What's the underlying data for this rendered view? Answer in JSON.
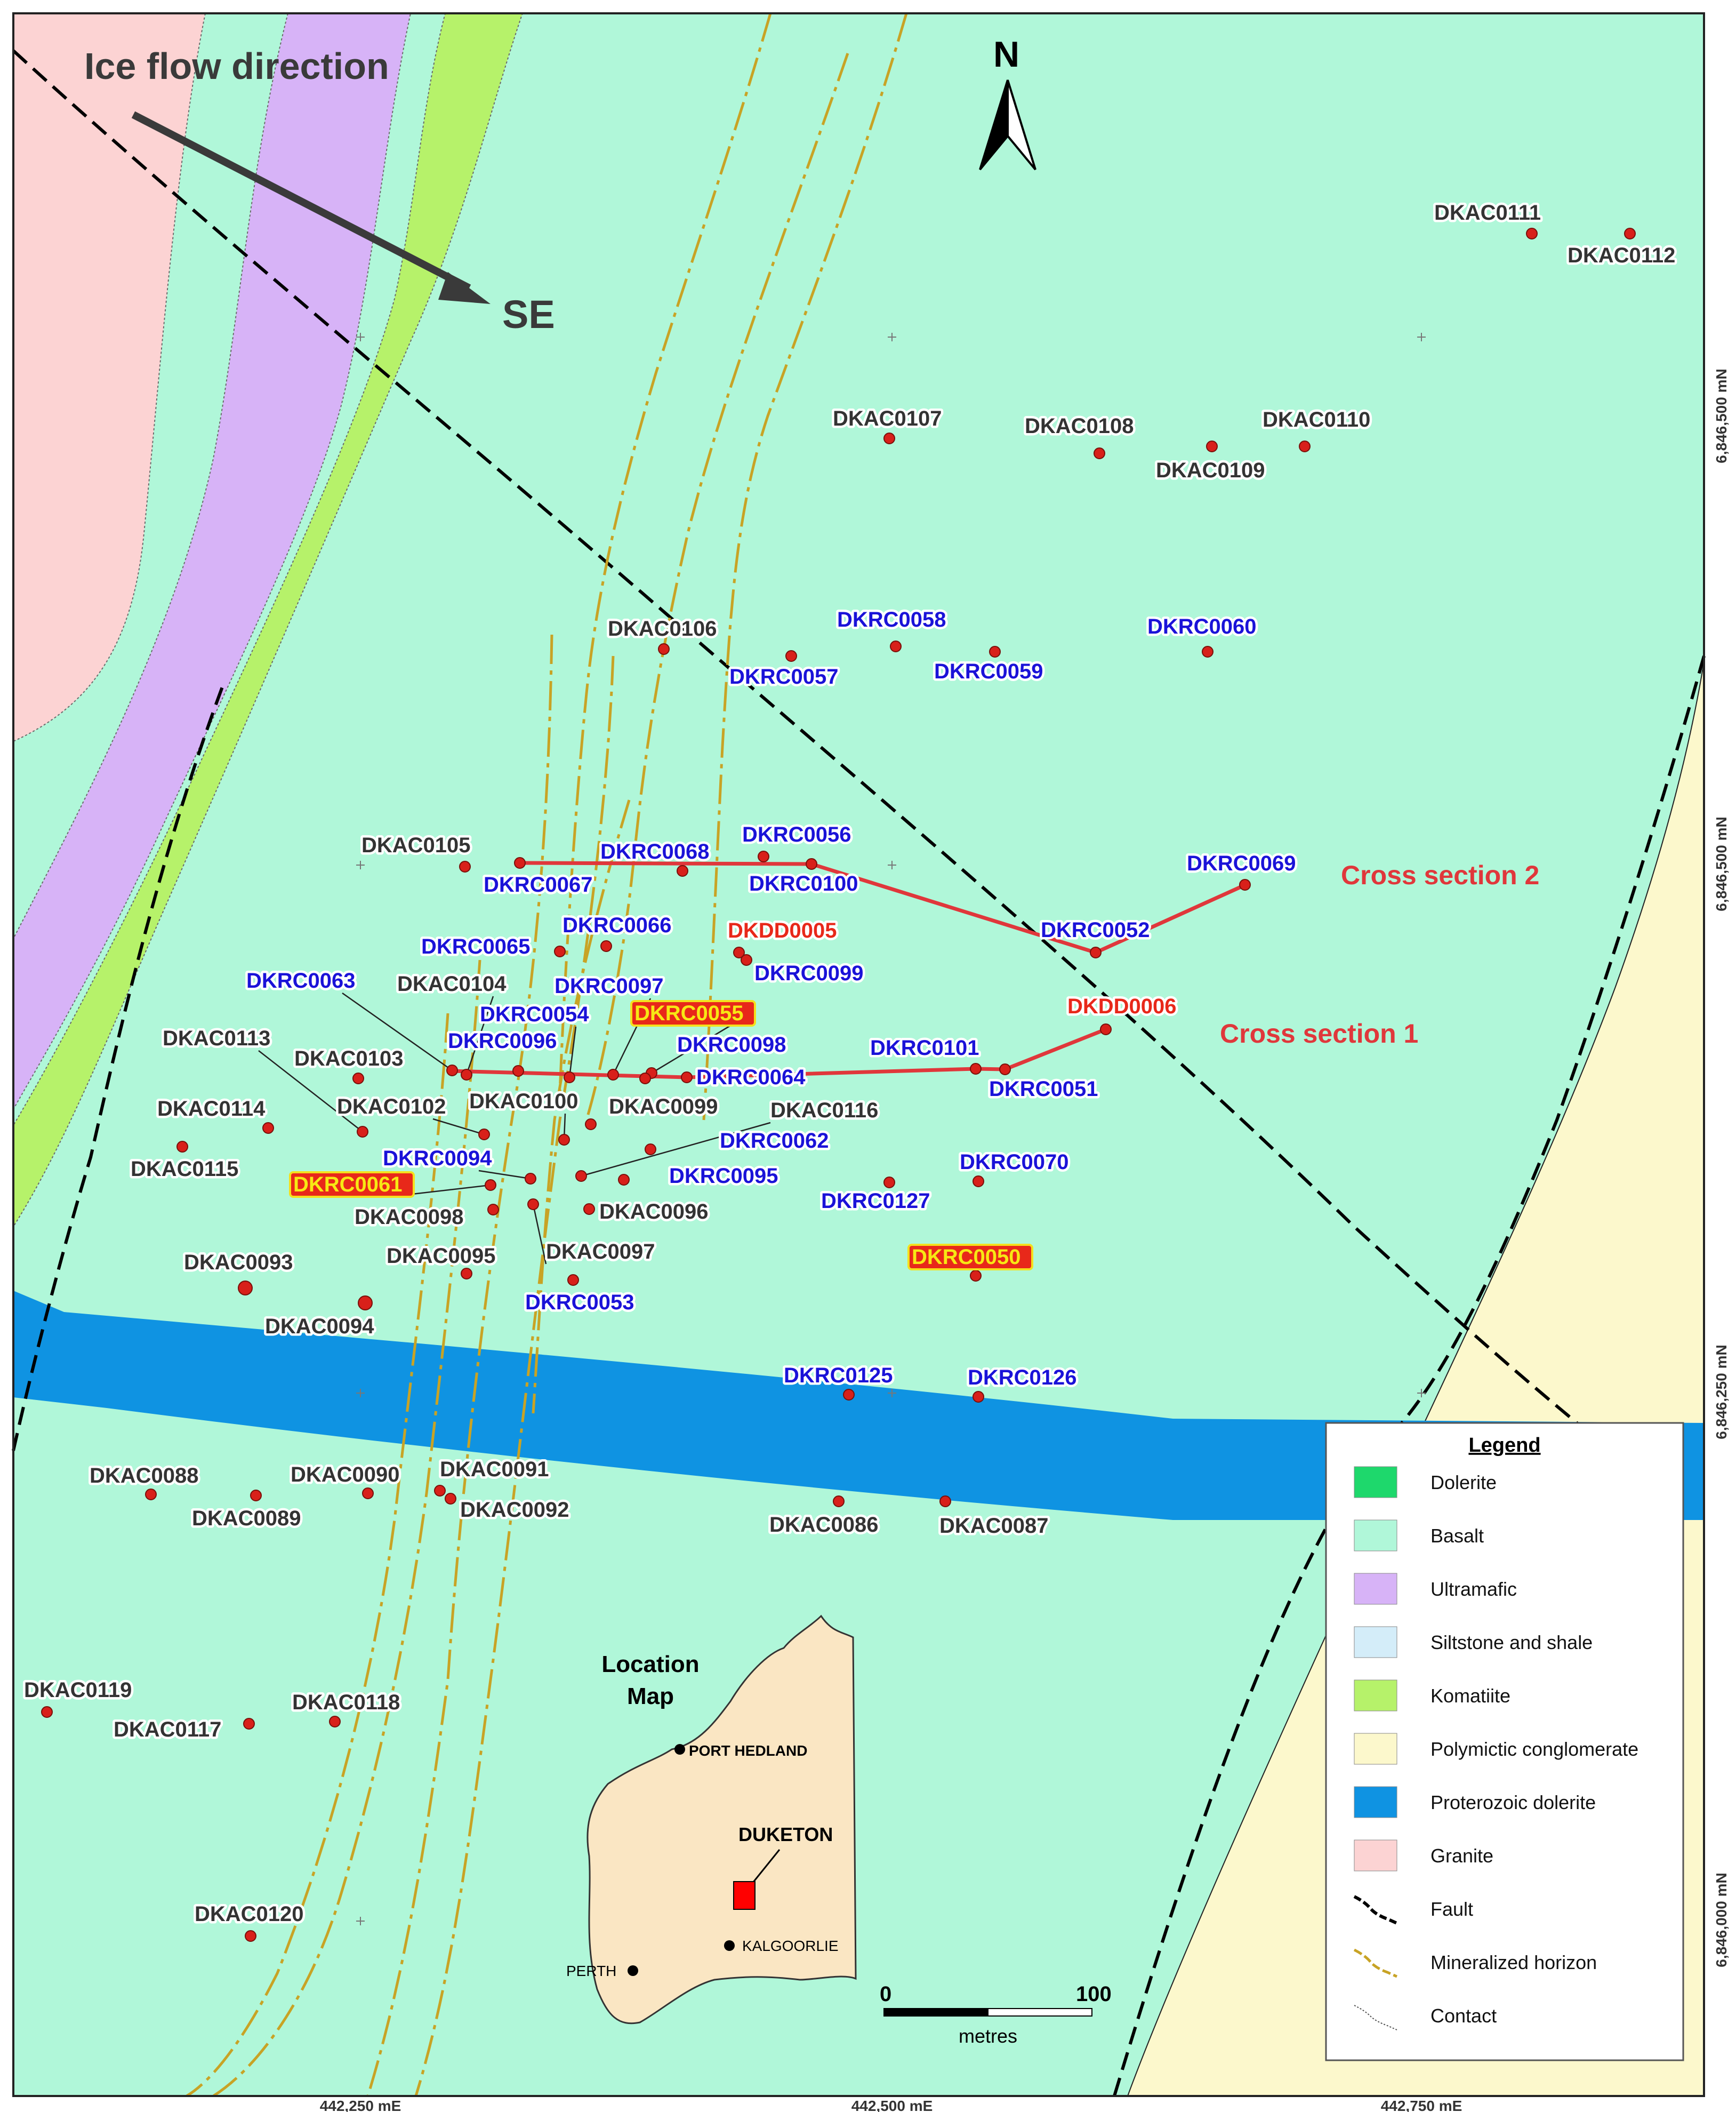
{
  "colors": {
    "dolerite": "#1ed86c",
    "basalt": "#b0f7d9",
    "ultramafic": "#d7b3f7",
    "siltstone": "#d4edf9",
    "komatiite": "#b6f26a",
    "conglomerate": "#fcf8cc",
    "proterozoic_dolerite": "#0f93e2",
    "granite": "#fcd3d3",
    "fault": "#000000",
    "mineralized": "#c8a325",
    "ac_label": "#333333",
    "rc_label": "#1a12d8",
    "dd_label": "#e8281a",
    "cross_section": "#e0373b",
    "hole_dot": "#d8201a"
  },
  "annotations": {
    "ice_flow": "Ice flow direction",
    "se": "SE",
    "north": "N",
    "cross_section_1": "Cross section 1",
    "cross_section_2": "Cross section 2"
  },
  "drillholes": [
    {
      "id": "DKAC0111",
      "type": "AC"
    },
    {
      "id": "DKAC0112",
      "type": "AC"
    },
    {
      "id": "DKAC0107",
      "type": "AC"
    },
    {
      "id": "DKAC0108",
      "type": "AC"
    },
    {
      "id": "DKAC0109",
      "type": "AC"
    },
    {
      "id": "DKAC0110",
      "type": "AC"
    },
    {
      "id": "DKAC0106",
      "type": "AC"
    },
    {
      "id": "DKRC0058",
      "type": "RC"
    },
    {
      "id": "DKRC0057",
      "type": "RC"
    },
    {
      "id": "DKRC0059",
      "type": "RC"
    },
    {
      "id": "DKRC0060",
      "type": "RC"
    },
    {
      "id": "DKAC0105",
      "type": "AC"
    },
    {
      "id": "DKRC0068",
      "type": "RC"
    },
    {
      "id": "DKRC0056",
      "type": "RC"
    },
    {
      "id": "DKRC0067",
      "type": "RC"
    },
    {
      "id": "DKRC0100",
      "type": "RC"
    },
    {
      "id": "DKRC0069",
      "type": "RC"
    },
    {
      "id": "DKRC0052",
      "type": "RC"
    },
    {
      "id": "DKRC0066",
      "type": "RC"
    },
    {
      "id": "DKRC0065",
      "type": "RC"
    },
    {
      "id": "DKDD0005",
      "type": "DD"
    },
    {
      "id": "DKRC0099",
      "type": "RC"
    },
    {
      "id": "DKRC0063",
      "type": "RC"
    },
    {
      "id": "DKAC0104",
      "type": "AC"
    },
    {
      "id": "DKRC0097",
      "type": "RC"
    },
    {
      "id": "DKRC0054",
      "type": "RC"
    },
    {
      "id": "DKRC0055",
      "type": "HL"
    },
    {
      "id": "DKDD0006",
      "type": "DD"
    },
    {
      "id": "DKRC0096",
      "type": "RC"
    },
    {
      "id": "DKRC0098",
      "type": "RC"
    },
    {
      "id": "DKRC0101",
      "type": "RC"
    },
    {
      "id": "DKAC0113",
      "type": "AC"
    },
    {
      "id": "DKAC0103",
      "type": "AC"
    },
    {
      "id": "DKRC0064",
      "type": "RC"
    },
    {
      "id": "DKRC0051",
      "type": "RC"
    },
    {
      "id": "DKAC0114",
      "type": "AC"
    },
    {
      "id": "DKAC0102",
      "type": "AC"
    },
    {
      "id": "DKAC0100",
      "type": "AC"
    },
    {
      "id": "DKAC0099",
      "type": "AC"
    },
    {
      "id": "DKAC0116",
      "type": "AC"
    },
    {
      "id": "DKRC0062",
      "type": "RC"
    },
    {
      "id": "DKAC0115",
      "type": "AC"
    },
    {
      "id": "DKRC0094",
      "type": "RC"
    },
    {
      "id": "DKRC0070",
      "type": "RC"
    },
    {
      "id": "DKRC0061",
      "type": "HL"
    },
    {
      "id": "DKRC0095",
      "type": "RC"
    },
    {
      "id": "DKRC0127",
      "type": "RC"
    },
    {
      "id": "DKAC0098",
      "type": "AC"
    },
    {
      "id": "DKAC0096",
      "type": "AC"
    },
    {
      "id": "DKAC0095",
      "type": "AC"
    },
    {
      "id": "DKAC0097",
      "type": "AC"
    },
    {
      "id": "DKRC0050",
      "type": "HL"
    },
    {
      "id": "DKAC0093",
      "type": "AC"
    },
    {
      "id": "DKRC0053",
      "type": "RC"
    },
    {
      "id": "DKAC0094",
      "type": "AC"
    },
    {
      "id": "DKRC0125",
      "type": "RC"
    },
    {
      "id": "DKRC0126",
      "type": "RC"
    },
    {
      "id": "DKAC0088",
      "type": "AC"
    },
    {
      "id": "DKAC0090",
      "type": "AC"
    },
    {
      "id": "DKAC0091",
      "type": "AC"
    },
    {
      "id": "DKAC0089",
      "type": "AC"
    },
    {
      "id": "DKAC0092",
      "type": "AC"
    },
    {
      "id": "DKAC0086",
      "type": "AC"
    },
    {
      "id": "DKAC0087",
      "type": "AC"
    },
    {
      "id": "DKAC0119",
      "type": "AC"
    },
    {
      "id": "DKAC0117",
      "type": "AC"
    },
    {
      "id": "DKAC0118",
      "type": "AC"
    },
    {
      "id": "DKAC0120",
      "type": "AC"
    }
  ],
  "coords": {
    "n1": "6,846,500 mN",
    "n2": "6,846,500 mN",
    "n3": "6,846,250 mN",
    "n4": "6,846,000 mN",
    "e1": "442,250 mE",
    "e2": "442,500 mE",
    "e3": "442,750 mE"
  },
  "legend": {
    "title": "Legend",
    "items": [
      {
        "label": "Dolerite",
        "kind": "fill",
        "color": "#1ed86c"
      },
      {
        "label": "Basalt",
        "kind": "fill",
        "color": "#b0f7d9"
      },
      {
        "label": "Ultramafic",
        "kind": "fill",
        "color": "#d7b3f7"
      },
      {
        "label": "Siltstone and shale",
        "kind": "fill",
        "color": "#d4edf9"
      },
      {
        "label": "Komatiite",
        "kind": "fill",
        "color": "#b6f26a"
      },
      {
        "label": "Polymictic conglomerate",
        "kind": "fill",
        "color": "#fcf8cc"
      },
      {
        "label": "Proterozoic dolerite",
        "kind": "fill",
        "color": "#0f93e2"
      },
      {
        "label": "Granite",
        "kind": "fill",
        "color": "#fcd3d3"
      },
      {
        "label": "Fault",
        "kind": "fault"
      },
      {
        "label": "Mineralized horizon",
        "kind": "mineral"
      },
      {
        "label": "Contact",
        "kind": "contact"
      }
    ]
  },
  "location_map": {
    "title_line1": "Location",
    "title_line2": "Map",
    "port_hedland": "PORT HEDLAND",
    "duketon": "DUKETON",
    "kalgoorlie": "KALGOORLIE",
    "perth": "PERTH"
  },
  "scale_bar": {
    "zero": "0",
    "hundred": "100",
    "unit": "metres"
  }
}
